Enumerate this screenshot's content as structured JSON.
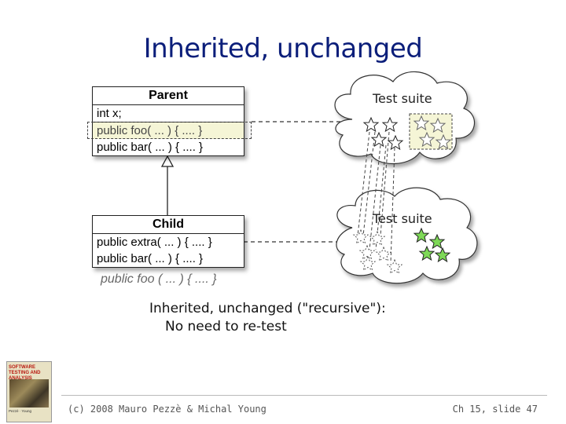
{
  "slide": {
    "title": "Inherited, unchanged",
    "parent": {
      "name": "Parent",
      "rows": [
        "int x;",
        "public foo( ... ) { .... }",
        "public bar( ... ) { .... }"
      ]
    },
    "child": {
      "name": "Child",
      "rows": [
        "public extra( ... ) { .... }",
        "public bar( ... ) { .... }"
      ]
    },
    "ghost_method": "public foo ( ... ) { .... }",
    "cloud_top_label": "Test suite",
    "cloud_bottom_label": "Test suite",
    "note_line1": "Inherited, unchanged (\"recursive\"):",
    "note_line2": "No need to re-test",
    "footer_left": "(c) 2008 Mauro Pezzè & Michal Young",
    "footer_right": "Ch 15, slide 47",
    "book_title": "SOFTWARE TESTING AND ANALYSIS",
    "book_authors": "Pezzè · Young"
  },
  "colors": {
    "title": "#0b1e7a",
    "highlight_fill": "#f5f5d6",
    "star_green": "#7ed957",
    "cloud_fill": "#ffffff"
  }
}
